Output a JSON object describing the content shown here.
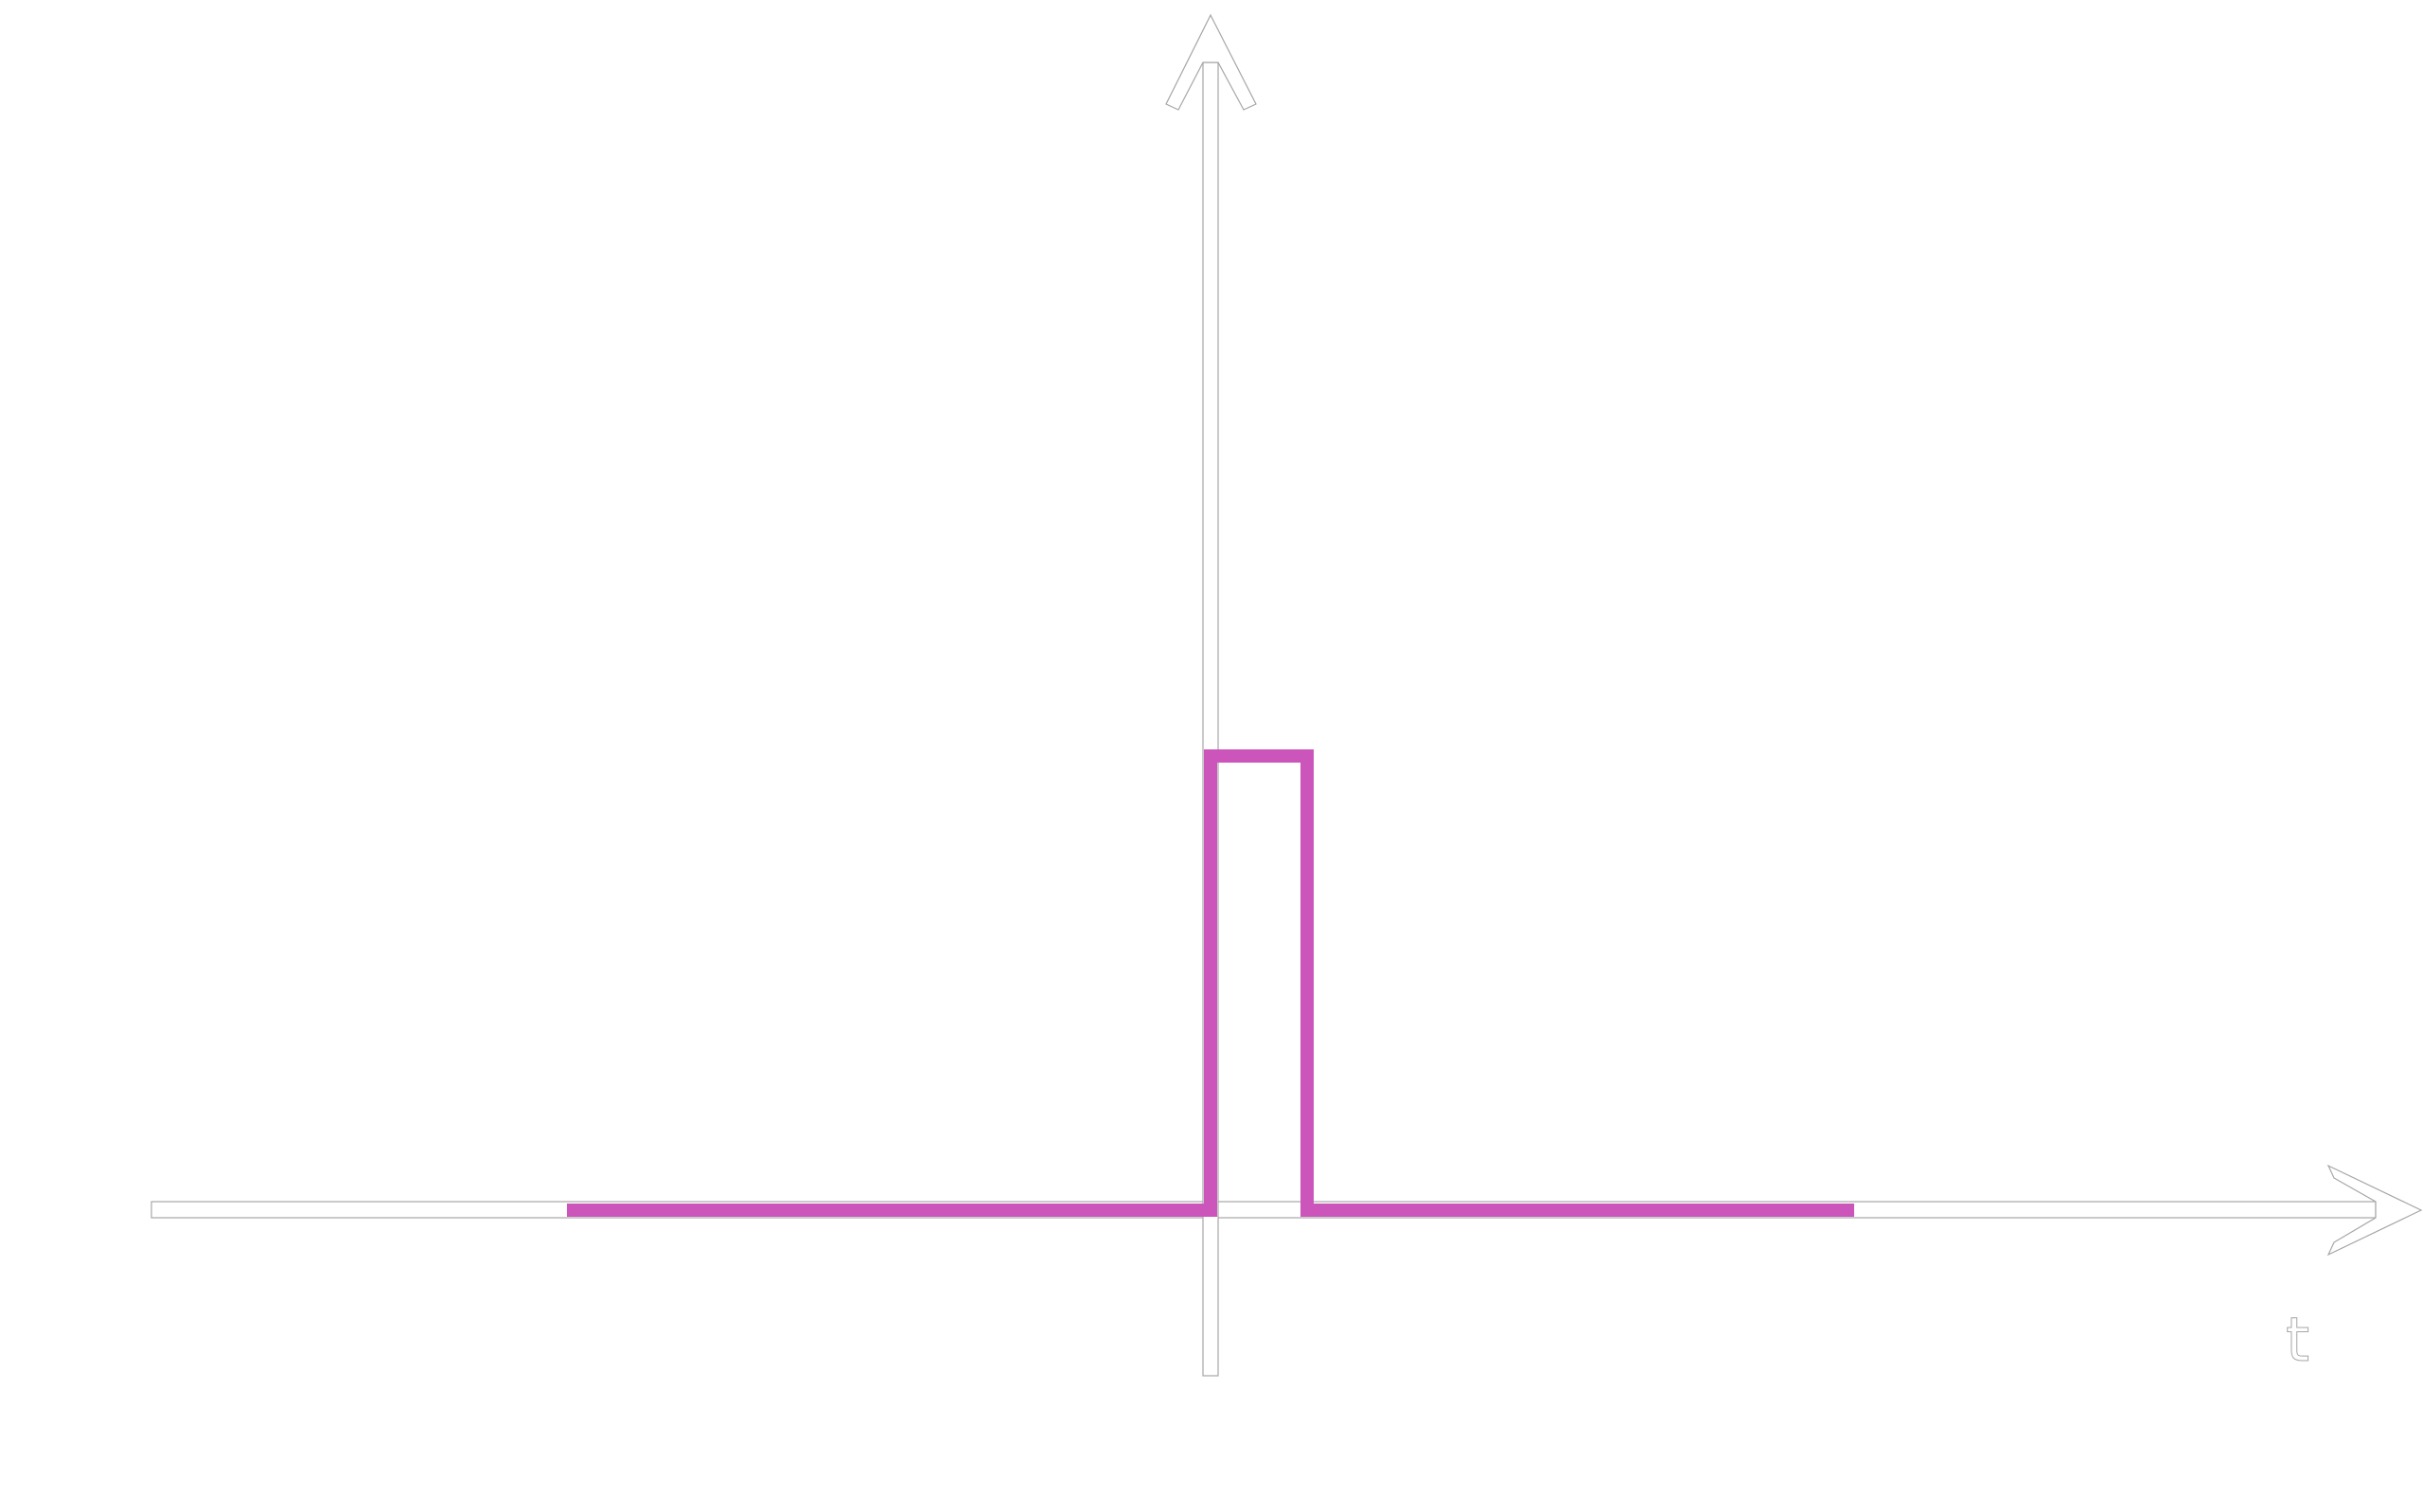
{
  "chart_data": {
    "type": "line",
    "title": "",
    "xlabel": "t",
    "ylabel": "",
    "grid": false,
    "legend": "none",
    "xlim": [
      -4.3,
      4.7
    ],
    "ylim": [
      -0.35,
      2.5
    ],
    "series": [
      {
        "color": "#cc55bb",
        "x": [
          -4,
          0,
          0,
          0.6,
          0.6,
          4
        ],
        "y": [
          0,
          0,
          1,
          1,
          0,
          0
        ]
      }
    ]
  }
}
